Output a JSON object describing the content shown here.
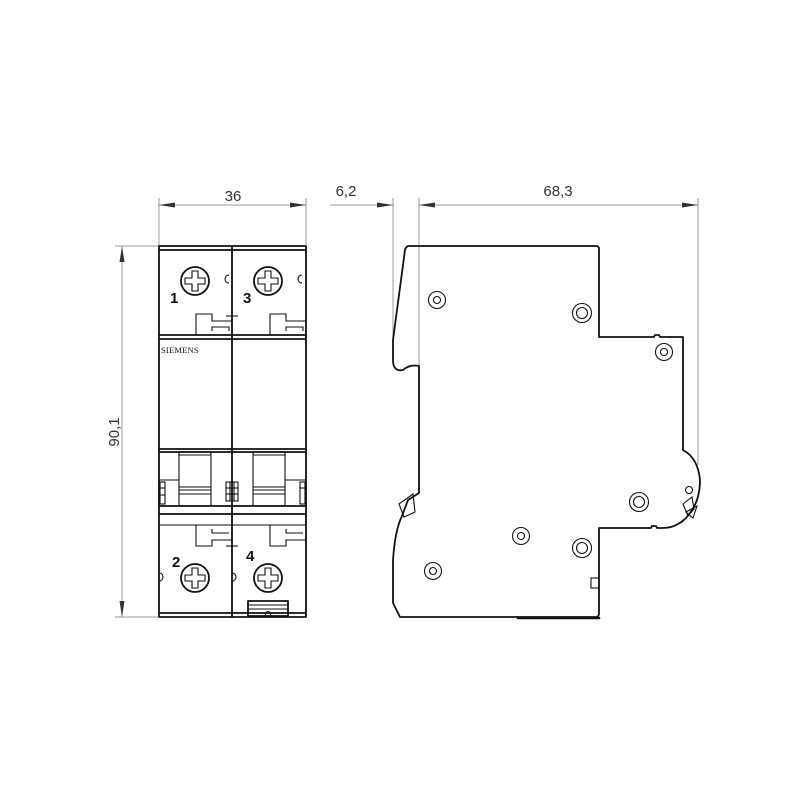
{
  "drawing": {
    "subject": "2-pole miniature circuit breaker dimension drawing",
    "brand_label": "SIEMENS",
    "units": "mm",
    "colors": {
      "line": "#111111",
      "dimension_line": "#9a9a9a",
      "text": "#333333",
      "background": "#ffffff"
    }
  },
  "front_view": {
    "width_dimension": "36",
    "height_dimension": "90,1",
    "terminals_top": [
      {
        "number": "1"
      },
      {
        "number": "3"
      }
    ],
    "terminals_bottom": [
      {
        "number": "2"
      },
      {
        "number": "4"
      }
    ]
  },
  "side_view": {
    "offset_dimension": "6,2",
    "depth_dimension": "68,3"
  }
}
